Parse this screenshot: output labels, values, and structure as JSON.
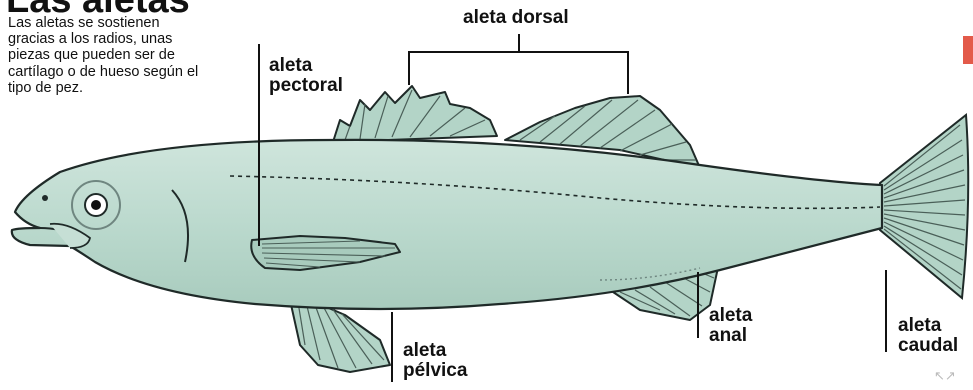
{
  "title": "Las aletas",
  "description": "Las aletas se sostienen gracias a los radios, unas piezas que pueden ser de cartílago o de hueso según el tipo de pez.",
  "labels": {
    "dorsal": "aleta dorsal",
    "pectoral": "aleta\npectoral",
    "pelvica": "aleta\npélvica",
    "anal": "aleta\nanal",
    "caudal": "aleta\ncaudal"
  },
  "corner_glyph": "↖↗",
  "colors": {
    "fish_body": "#b9d8cc",
    "fish_outline": "#1f2a28",
    "accent": "#e35a4a",
    "text": "#111111"
  }
}
